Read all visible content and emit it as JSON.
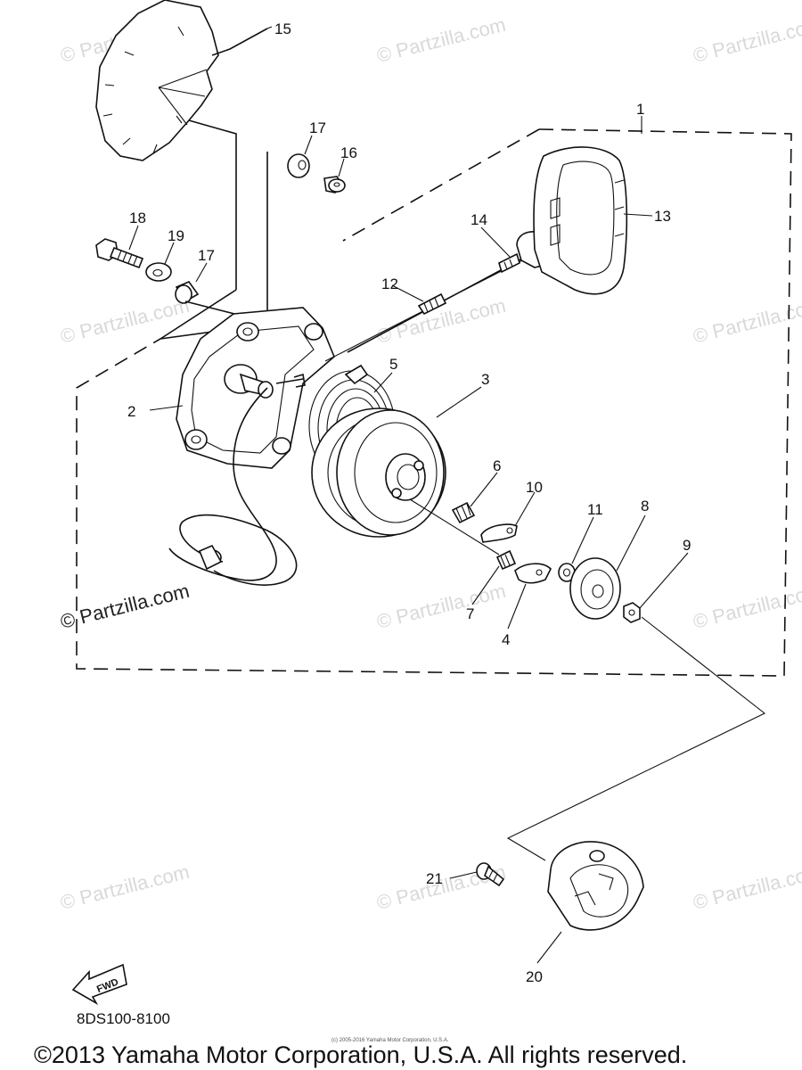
{
  "watermarks": [
    "© Partzilla.com",
    "© Partzilla.com",
    "© Partzilla.com",
    "© Partzilla.com",
    "© Partzilla.com",
    "© Partzilla.com",
    "© Partzilla.com",
    "© Partzilla.com",
    "© Partzilla.com",
    "© Partzilla.com",
    "© Partzilla.com",
    "© Partzilla.com"
  ],
  "parts": [
    {
      "number": "1"
    },
    {
      "number": "2"
    },
    {
      "number": "3"
    },
    {
      "number": "4"
    },
    {
      "number": "5"
    },
    {
      "number": "6"
    },
    {
      "number": "7"
    },
    {
      "number": "8"
    },
    {
      "number": "9"
    },
    {
      "number": "10"
    },
    {
      "number": "11"
    },
    {
      "number": "12"
    },
    {
      "number": "13"
    },
    {
      "number": "14"
    },
    {
      "number": "15"
    },
    {
      "number": "16"
    },
    {
      "number": "17"
    },
    {
      "number": "17"
    },
    {
      "number": "18"
    },
    {
      "number": "19"
    },
    {
      "number": "20"
    },
    {
      "number": "21"
    }
  ],
  "fwd_label": "FWD",
  "diagram_code": "8DS100-8100",
  "small_copyright": "(c) 2005-2016 Yamaha Motor Corporation, U.S.A.",
  "copyright": "©2013 Yamaha Motor Corporation, U.S.A. All rights reserved.",
  "icons": {
    "fwd_arrow": "fwd-arrow-icon"
  }
}
